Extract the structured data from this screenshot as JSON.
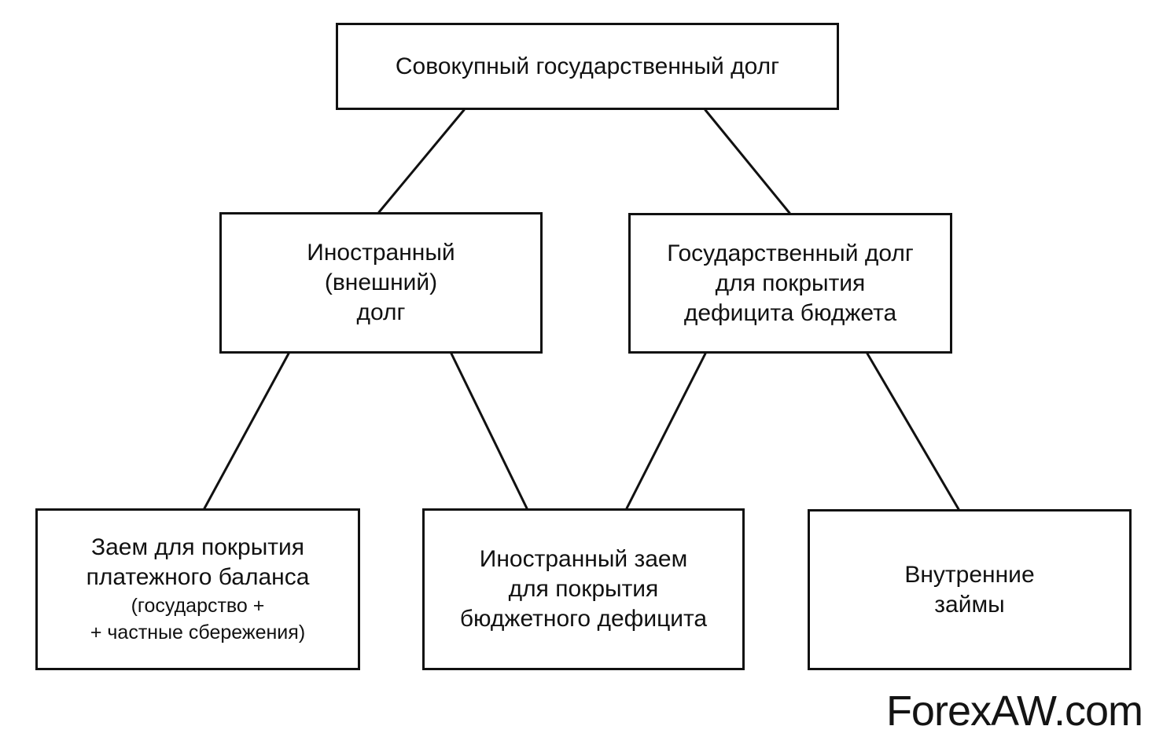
{
  "diagram": {
    "root": {
      "lines": [
        "Совокупный государственный долг"
      ]
    },
    "foreign_debt": {
      "lines": [
        "Иностранный",
        "(внешний)",
        "долг"
      ]
    },
    "budget_debt": {
      "lines": [
        "Государственный долг",
        "для покрытия",
        "дефицита бюджета"
      ]
    },
    "loan_balance": {
      "lines": [
        "Заем для покрытия",
        "платежного баланса"
      ],
      "note_lines": [
        "(государство +",
        "+ частные сбережения)"
      ]
    },
    "loan_budget": {
      "lines": [
        "Иностранный заем",
        "для покрытия",
        "бюджетного дефицита"
      ]
    },
    "internal_loans": {
      "lines": [
        "Внутренние",
        "займы"
      ]
    },
    "edges": [
      [
        "root",
        "foreign_debt"
      ],
      [
        "root",
        "budget_debt"
      ],
      [
        "foreign_debt",
        "loan_balance"
      ],
      [
        "foreign_debt",
        "loan_budget"
      ],
      [
        "budget_debt",
        "loan_budget"
      ],
      [
        "budget_debt",
        "internal_loans"
      ]
    ]
  },
  "watermark": "ForexAW.com"
}
